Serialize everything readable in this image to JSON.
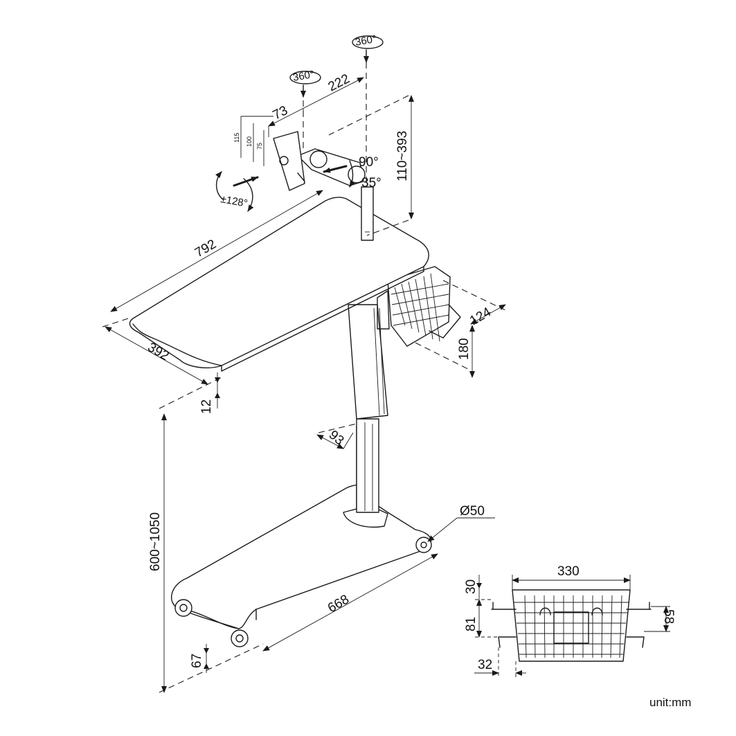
{
  "dimensions": {
    "rotation_top": "360°",
    "rotation_mid": "360°",
    "arm_length": "222",
    "arm_offset": "73",
    "vesa_115": "115",
    "vesa_100": "100",
    "vesa_75": "75",
    "tilt_90": "90°",
    "tilt_35": "35°",
    "swivel": "±128°",
    "mount_height": "110~393",
    "top_length": "792",
    "top_width": "392",
    "top_thickness": "12",
    "basket_depth": "124",
    "basket_height": "180",
    "column_width": "93",
    "table_height": "600~1050",
    "caster_diameter": "Ø50",
    "base_length": "668",
    "base_height": "67",
    "basket_width": "330",
    "basket_top": "30",
    "basket_mid": "81",
    "basket_hook": "58",
    "basket_side": "32"
  },
  "unit_label": "unit:mm"
}
